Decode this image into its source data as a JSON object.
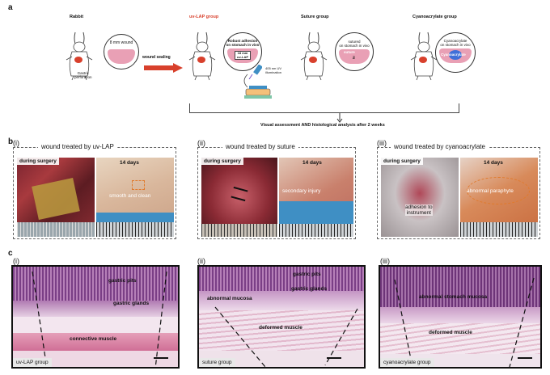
{
  "panel_a": {
    "letter": "a",
    "groups": [
      {
        "title": "Rabbit",
        "red": false
      },
      {
        "title": "uv-LAP group",
        "red": true
      },
      {
        "title": "Suture group",
        "red": false
      },
      {
        "title": "Cyanoacrylate group",
        "red": false
      }
    ],
    "wound_label": "8 mm wound",
    "gastric_label": "Gastric\nperforation",
    "arrow_label": "wound sealing",
    "adhesion_text": "Robust adhesion\non stomach in vivo",
    "patch_label": "18 mm\nuv-LAP",
    "uv_label": "405 nm UV\nillumination",
    "sutured_text": "sutured\non stomach in vivo",
    "suture_tag": "suture",
    "cyano_text": "Cyanoacrylate\non stomach in vivo",
    "cyano_tag": "Cyanoacrylate",
    "assessment": "Visual assessment AND histological analysis after 2 weeks"
  },
  "panel_b": {
    "letter": "b",
    "groups": [
      {
        "roman": "(i)",
        "title": "wound treated by uv-LAP",
        "left_label": "during surgery",
        "right_label": "14 days",
        "left_note": "",
        "right_note": "smooth and clean"
      },
      {
        "roman": "(ii)",
        "title": "wound treated by suture",
        "left_label": "during surgery",
        "right_label": "14 days",
        "left_note": "",
        "right_note": "secondary injury"
      },
      {
        "roman": "(iii)",
        "title": "wound treated by cyanoacrylate",
        "left_label": "during surgery",
        "right_label": "14 days",
        "left_note": "adhesion to\ninstrument",
        "right_note": "abnormal paraphyte"
      }
    ]
  },
  "panel_c": {
    "letter": "c",
    "groups": [
      {
        "roman": "(i)",
        "tag": "uv-LAP group",
        "labels": [
          "gastric pits",
          "gastric glands",
          "connective muscle"
        ]
      },
      {
        "roman": "(ii)",
        "tag": "suture group",
        "labels": [
          "gastric pits",
          "gastric glands",
          "abnormal mucosa",
          "deformed muscle"
        ]
      },
      {
        "roman": "(iii)",
        "tag": "cyanoacrylate group",
        "labels": [
          "abnormal stomach mucosa",
          "deformed muscle"
        ]
      }
    ]
  },
  "colors": {
    "accent_red": "#d8402c",
    "tissue_pink": "#e9a0b5",
    "mucosa_purple": "#9c5b9a",
    "blue_pad": "#3f8fc4"
  }
}
